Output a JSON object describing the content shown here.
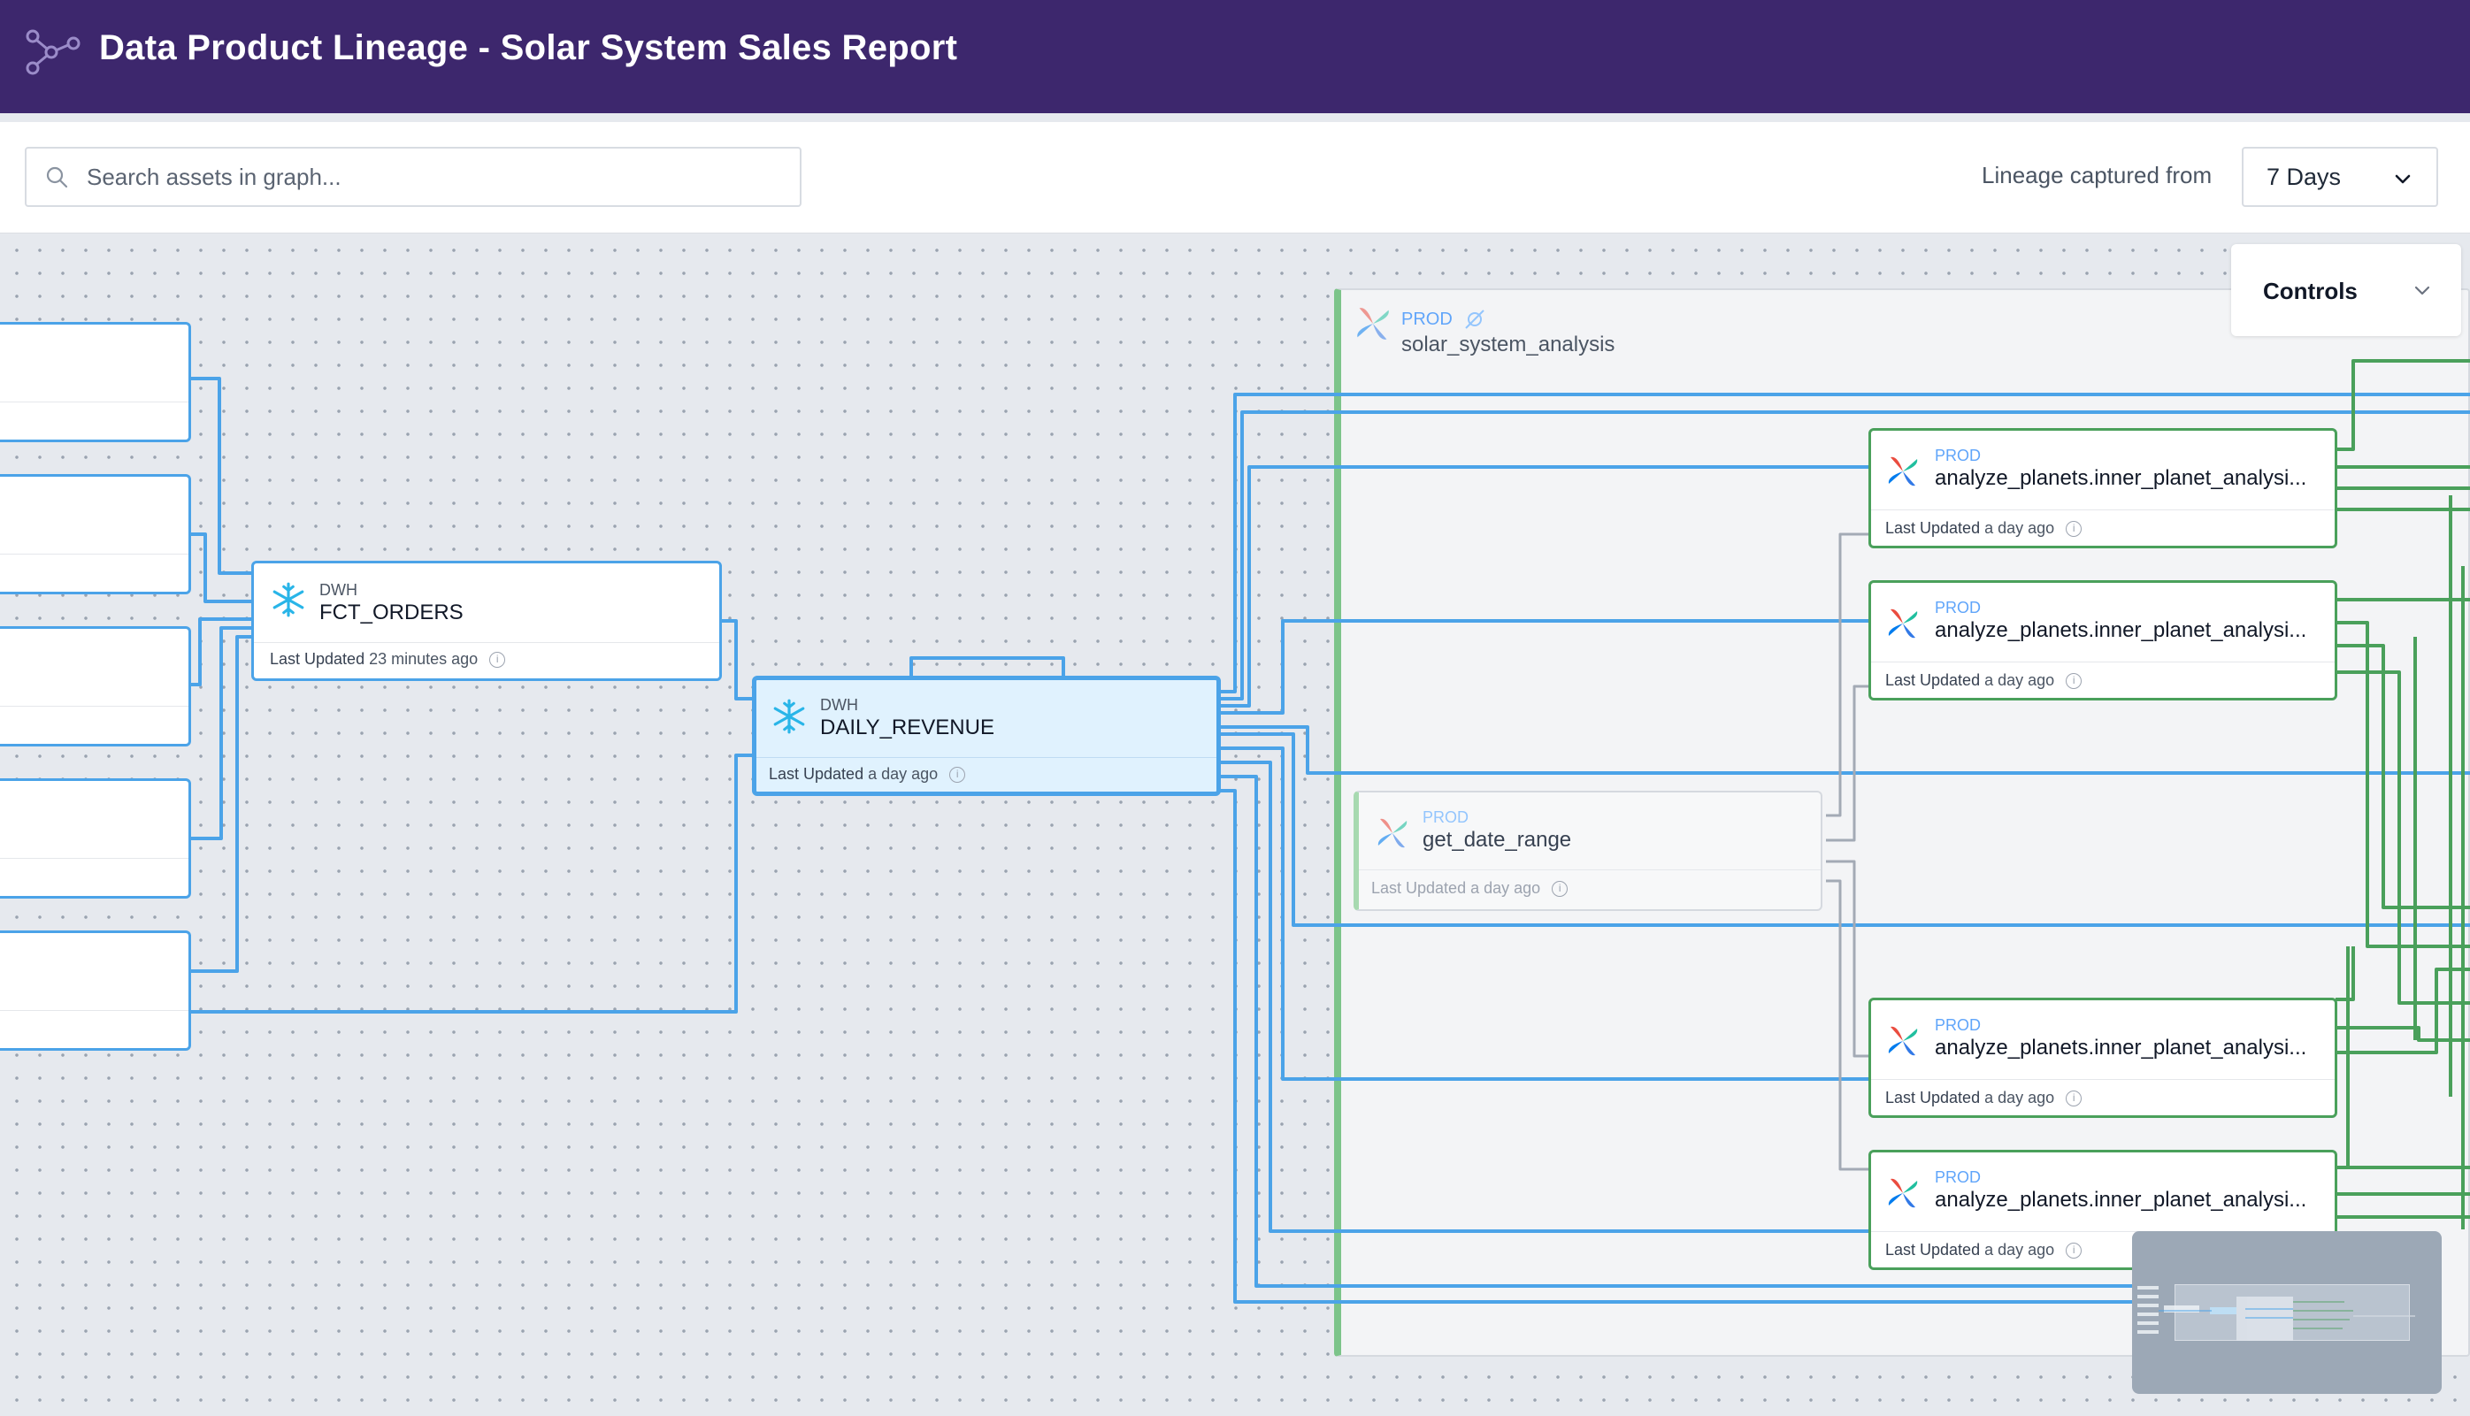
{
  "header": {
    "title": "Data Product Lineage - Solar System Sales Report"
  },
  "toolbar": {
    "search_placeholder": "Search assets in graph...",
    "lineage_label": "Lineage captured from",
    "range_value": "7 Days"
  },
  "controls": {
    "label": "Controls"
  },
  "group": {
    "env": "PROD",
    "name": "solar_system_analysis"
  },
  "nodes": {
    "fct_orders": {
      "env": "DWH",
      "name": "FCT_ORDERS",
      "updated_label": "Last Updated",
      "updated_value": "23 minutes ago"
    },
    "daily_revenue": {
      "env": "DWH",
      "name": "DAILY_REVENUE",
      "updated_label": "Last Updated",
      "updated_value": "a day ago"
    },
    "get_date_range": {
      "env": "PROD",
      "name": "get_date_range",
      "updated_label": "Last Updated",
      "updated_value": "a day ago"
    },
    "analyze": [
      {
        "env": "PROD",
        "name": "analyze_planets.inner_planet_analysi...",
        "updated_label": "Last Updated",
        "updated_value": "a day ago"
      },
      {
        "env": "PROD",
        "name": "analyze_planets.inner_planet_analysi...",
        "updated_label": "Last Updated",
        "updated_value": "a day ago"
      },
      {
        "env": "PROD",
        "name": "analyze_planets.inner_planet_analysi...",
        "updated_label": "Last Updated",
        "updated_value": "a day ago"
      },
      {
        "env": "PROD",
        "name": "analyze_planets.inner_planet_analysi...",
        "updated_label": "Last Updated",
        "updated_value": "a day ago"
      }
    ]
  },
  "colors": {
    "header_bg": "#3d276d",
    "edge_blue": "#4ba3e8",
    "edge_green": "#4aa05b",
    "edge_gray": "#a3aab5",
    "selected_node_bg": "#e0f2fe"
  },
  "icons": {
    "app": "graph-nodes-icon",
    "dwh": "snowflake-icon",
    "airflow": "airflow-pinwheel-icon",
    "search": "search-icon",
    "info": "info-circle-icon",
    "chevron": "chevron-down-icon"
  }
}
